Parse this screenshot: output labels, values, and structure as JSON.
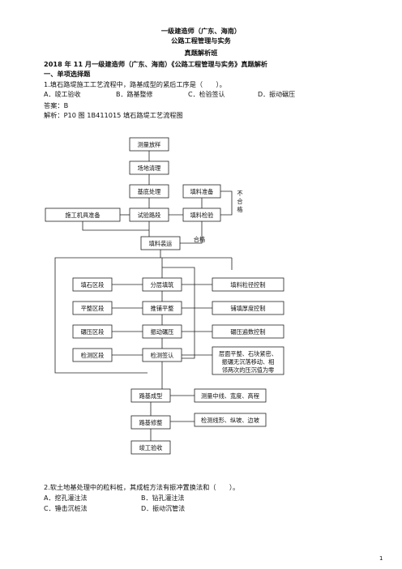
{
  "header": {
    "line1": "一级建造师（广东、海南）",
    "line2": "公路工程管理与实务",
    "line3": "真题解析班",
    "title": "2018 年 11 月一级建造师（广东、海南）《公路工程管理与实务》真题解析"
  },
  "section": "一、单项选择题",
  "q1": {
    "stem": "1.填石路堤施工工艺流程中，路基成型的紧后工序是（　　）。",
    "options": [
      "A．竣工验收",
      "B．路基整修",
      "C．检验签认",
      "D．振动碾压"
    ],
    "answer": "答案：B",
    "analysis": "解析：P10  图 1B411015  填石路堤工艺流程图"
  },
  "flow": {
    "celiang": "测量放样",
    "changdi": "场地清理",
    "jidi": "基底处理",
    "tianliao_zhunbei": "填料准备",
    "shigong_jiju": "施工机具准备",
    "shiyan_luduan": "试验路段",
    "tianliao_jianyan": "填料检验",
    "bu": "不",
    "he": "合",
    "ge": "格",
    "hege": "合格",
    "tianliao_zhuangyun": "填料装运",
    "tianshi_quduan": "填石区段",
    "fenceng_tianzhu": "分层填筑",
    "lijing_kongzhi": "填料粒径控制",
    "pingzheng_quduan": "平整区段",
    "tuipu_pingzheng": "推铺平整",
    "pupian_houdu": "铺填厚度控制",
    "nianya_quduan": "碾压区段",
    "zhendong_nianya": "振动碾压",
    "nianya_bianshu": "碾压遍数控制",
    "jiance_quduan": "检测区段",
    "jiance_qianren": "检测签认",
    "note1": "层面平整、石块紧密、",
    "note2": "振碾无沉落移动、相",
    "note3": "邻两次的压沉值为零",
    "luji_chengxing": "路基成型",
    "celiang_zhongxian": "测量中线、宽度、高程",
    "luji_xiuzheng": "路基修整",
    "jiance_xianxing": "检测线形、纵坡、边坡",
    "jungong_yanshou": "竣工验收"
  },
  "q2": {
    "stem": "2.软土地基处理中的粒料桩，其成桩方法有振冲置换法和（　　）。",
    "options": [
      "A．挖孔灌注法",
      "B．钻孔灌注法",
      "C．锤击沉桩法",
      "D．振动沉管法"
    ]
  },
  "page_number": "1"
}
